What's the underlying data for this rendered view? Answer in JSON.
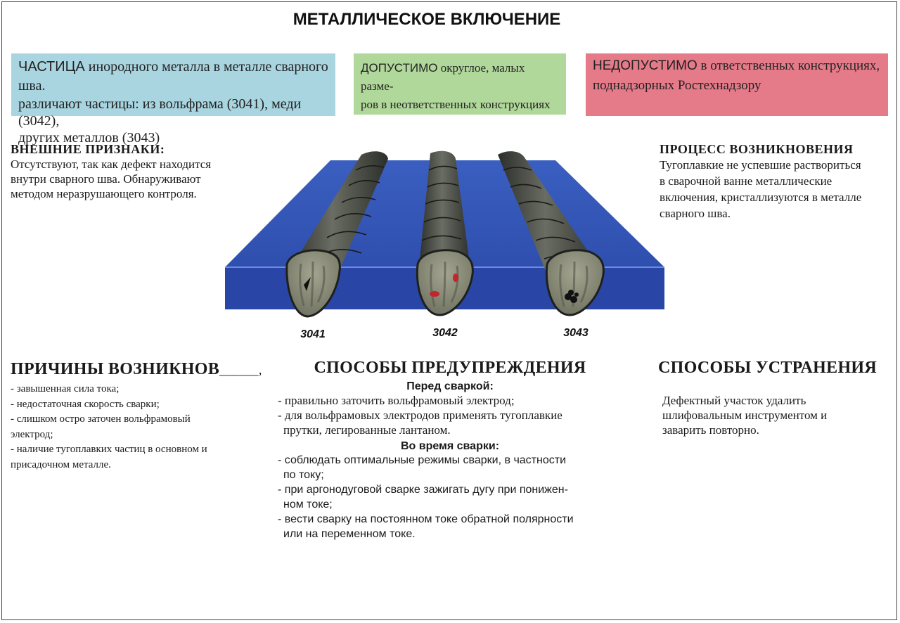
{
  "title": "МЕТАЛЛИЧЕСКОЕ ВКЛЮЧЕНИЕ",
  "info_box": {
    "lead": "ЧАСТИЦА",
    "line1_rest": " инородного металла в металле сварного шва.",
    "line2": "различают частицы: из вольфрама (3041), меди (3042),",
    "line3": "других металлов (3043)"
  },
  "ok_box": {
    "lead": "ДОПУСТИМО",
    "line1_rest": " округлое, малых разме-",
    "line2": "ров в неответственных конструкциях"
  },
  "bad_box": {
    "lead": "НЕДОПУСТИМО",
    "line1_rest": " в ответственных конструкциях,",
    "line2": "поднадзорных Ростехнадзору"
  },
  "external_signs": {
    "heading": "ВНЕШНИЕ ПРИЗНАКИ:",
    "lines": [
      "Отсутствуют, так как дефект находится",
      "внутри сварного шва. Обнаруживают",
      "методом неразрушающего контроля."
    ]
  },
  "process": {
    "heading": "ПРОЦЕСС ВОЗНИКНОВЕНИЯ",
    "lines": [
      "Тугоплавкие не успевшие раствориться",
      "в сварочной ванне металлические",
      "включения, кристаллизуются в металле",
      "сварного шва."
    ]
  },
  "figure": {
    "labels": [
      "3041",
      "3042",
      "3043"
    ],
    "colors": {
      "plate_top": "#3556b3",
      "plate_front": "#2a45a8",
      "bead": "#4a4d47",
      "bead_face": "#8a8c7c",
      "copper": "#c0262a"
    }
  },
  "causes": {
    "heading": "ПРИЧИНЫ ВОЗНИКНОВ",
    "heading_tail": "______,",
    "lines": [
      "- завышенная сила тока;",
      "- недостаточная скорость сварки;",
      "- слишком остро заточен вольфрамовый",
      "электрод;",
      "- наличие тугоплавких частиц в основном и",
      "присадочном металле."
    ]
  },
  "prevention": {
    "heading": "СПОСОБЫ ПРЕДУПРЕЖДЕНИЯ",
    "before_heading": "Перед сваркой:",
    "before_lines": [
      "- правильно заточить вольфрамовый электрод;",
      "- для вольфрамовых электродов применять тугоплавкие",
      "прутки, легированные лантаном."
    ],
    "during_heading": "Во время сварки:",
    "during_lines": [
      "- соблюдать оптимальные режимы сварки, в частности",
      "по току;",
      "- при аргонодуговой сварке зажигать дугу при понижен-",
      "ном токе;",
      "- вести сварку на постоянном токе обратной полярности",
      "или на переменном токе."
    ]
  },
  "elimination": {
    "heading": "СПОСОБЫ УСТРАНЕНИЯ",
    "lines": [
      "Дефектный участок удалить",
      "шлифовальным инструментом и",
      "заварить повторно."
    ]
  }
}
